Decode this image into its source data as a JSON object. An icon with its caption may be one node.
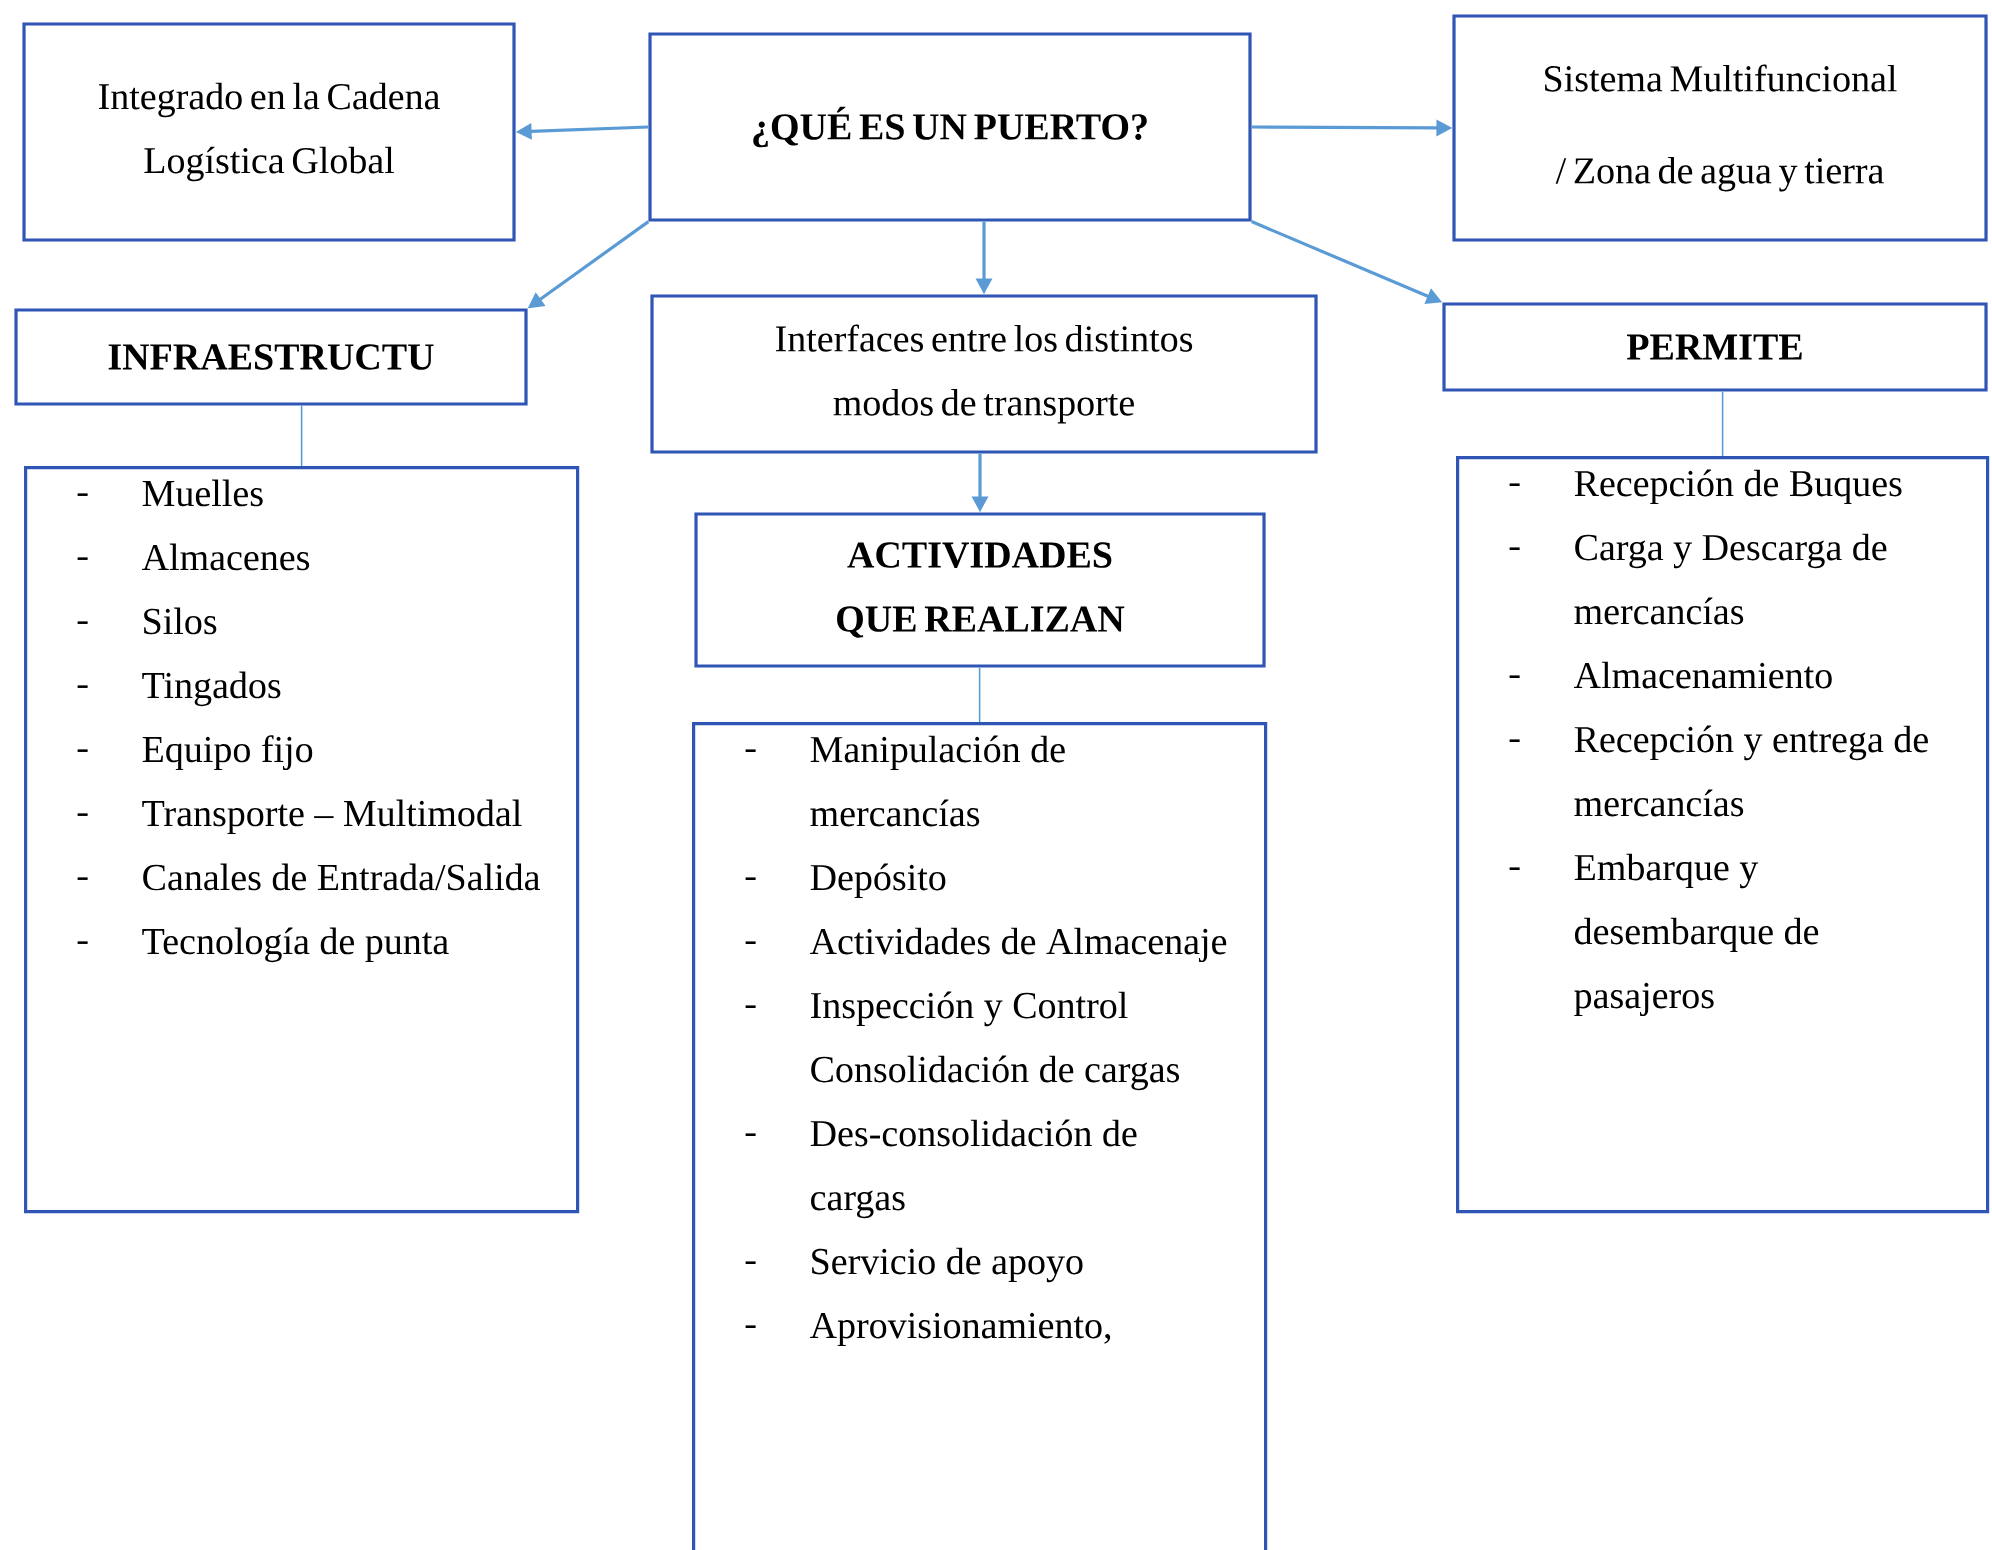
{
  "diagram": {
    "nodes": [
      {
        "text": [
          "¿QUÉ ES UN PUERTO?"
        ]
      },
      {
        "text": [
          "Integrado en la Cadena Logística Global"
        ]
      },
      {
        "text": [
          "Sistema Multifuncional / Zona de agua y tierra"
        ]
      },
      {
        "text": [
          "INFRAESTRUCTU"
        ]
      },
      {
        "text": [
          "Interfaces entre los distintos modos de transporte"
        ]
      },
      {
        "text": [
          "PERMITE"
        ]
      },
      {
        "text": [
          "Muelles",
          "Almacenes",
          "Silos",
          "Tingados",
          "Equipo fijo",
          "Transporte – Multimodal",
          "Canales de Entrada/Salida",
          "Tecnología de punta"
        ]
      },
      {
        "text": [
          "ACTIVIDADES QUE REALIZAN"
        ]
      },
      {
        "text": [
          "Manipulación de mercancías",
          "Depósito",
          "Actividades de Almacenaje",
          "Inspección y Control Consolidación de cargas",
          "Des-consolidación de cargas",
          "Servicio de apoyo",
          "Aprovisionamiento,"
        ]
      },
      {
        "text": [
          "Recepción de Buques",
          "Carga y Descarga de mercancías",
          "Almacenamiento",
          "Recepción y entrega de mercancías",
          "Embarque y desembarque de pasajeros"
        ]
      }
    ],
    "edges": [
      {
        "from": 0,
        "to": 1,
        "arrow": "to"
      },
      {
        "from": 0,
        "to": 2,
        "arrow": "to"
      },
      {
        "from": 0,
        "to": 3,
        "arrow": "to"
      },
      {
        "from": 0,
        "to": 4,
        "arrow": "to"
      },
      {
        "from": 0,
        "to": 5,
        "arrow": "to"
      },
      {
        "from": 3,
        "to": 6,
        "arrow": "none"
      },
      {
        "from": 4,
        "to": 7,
        "arrow": "to"
      },
      {
        "from": 7,
        "to": 8,
        "arrow": "none"
      },
      {
        "from": 5,
        "to": 9,
        "arrow": "none"
      }
    ]
  }
}
